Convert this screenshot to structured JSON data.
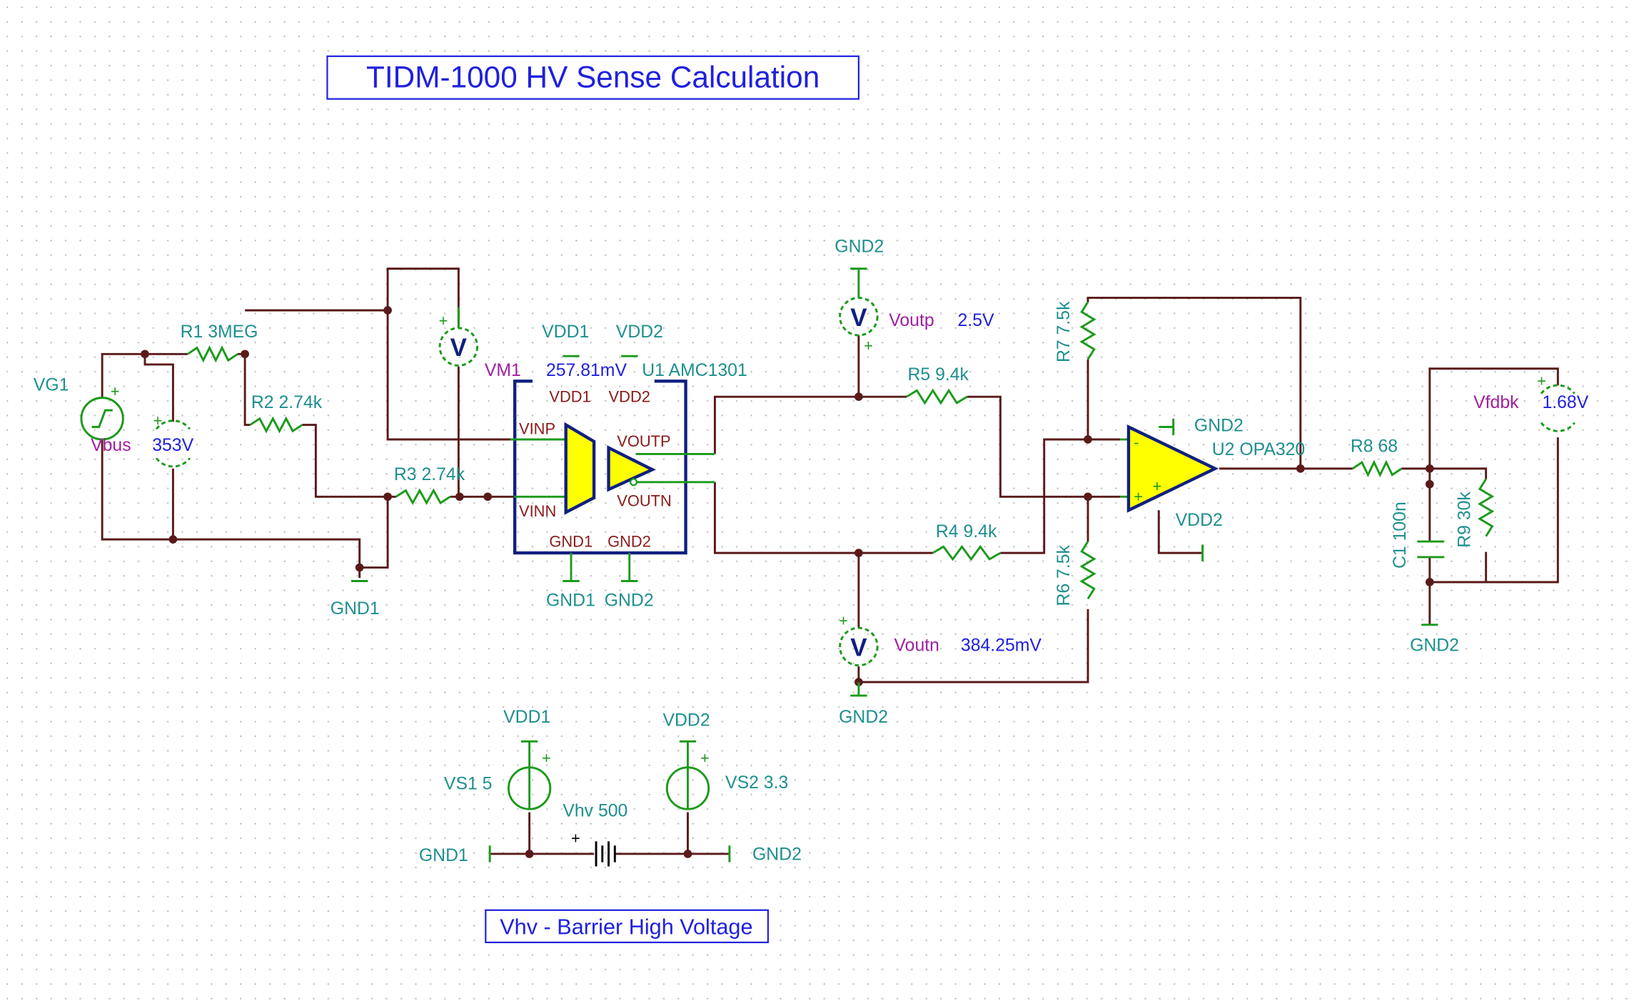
{
  "title": "TIDM-1000 HV Sense Calculation",
  "note": "Vhv - Barrier High Voltage",
  "colors": {
    "wire": "#5a1a1a",
    "component": "#1a9a1a",
    "label": "#1f8f8f",
    "instrument_name": "#a020a0",
    "value": "#2020e0",
    "ic_outline": "#102080",
    "ic_fill": "#ffff00",
    "pin_label": "#8b1a1a"
  },
  "components": {
    "vg1": "VG1",
    "r1": "R1 3MEG",
    "r2": "R2 2.74k",
    "r3": "R3 2.74k",
    "r4": "R4 9.4k",
    "r5": "R5 9.4k",
    "r6": "R6 7.5k",
    "r7": "R7 7.5k",
    "r8": "R8 68",
    "r9": "R9 30k",
    "c1": "C1 100n",
    "u1": "U1 AMC1301",
    "u2": "U2 OPA320",
    "vs1": "VS1 5",
    "vs2": "VS2 3.3",
    "vhv": "Vhv 500"
  },
  "meters": {
    "vbus": {
      "name": "Vbus",
      "value": "353V"
    },
    "vm1": {
      "name": "VM1",
      "value": "257.81mV"
    },
    "voutp": {
      "name": "Voutp",
      "value": "2.5V"
    },
    "voutn": {
      "name": "Voutn",
      "value": "384.25mV"
    },
    "vfdbk": {
      "name": "Vfdbk",
      "value": "1.68V"
    },
    "symbol": "V"
  },
  "u1_pins": {
    "vdd1": "VDD1",
    "vdd2": "VDD2",
    "vinp": "VINP",
    "vinn": "VINN",
    "voutp": "VOUTP",
    "voutn": "VOUTN",
    "gnd1": "GND1",
    "gnd2": "GND2"
  },
  "nets": {
    "vdd1": "VDD1",
    "vdd2": "VDD2",
    "gnd1": "GND1",
    "gnd2": "GND2"
  },
  "signs": {
    "plus": "+",
    "minus": "-"
  }
}
